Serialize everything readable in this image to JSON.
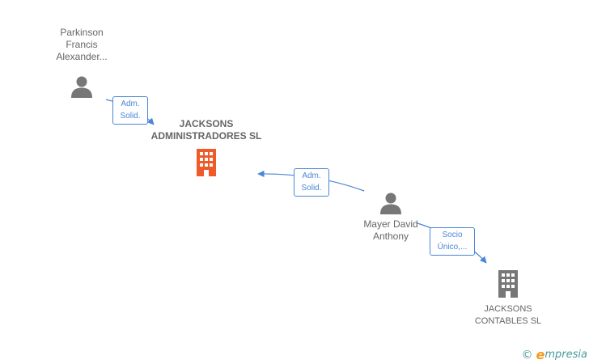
{
  "nodes": {
    "parkinson": {
      "label": "Parkinson\nFrancis\nAlexander...",
      "type": "person"
    },
    "jacksons_admin": {
      "label": "JACKSONS\nADMINISTRADORES SL",
      "type": "company-highlight"
    },
    "mayer": {
      "label": "Mayer David\nAnthony",
      "type": "person"
    },
    "jacksons_contables": {
      "label": "JACKSONS\nCONTABLES SL",
      "type": "company"
    }
  },
  "edges": {
    "parkinson_admin": {
      "label": "Adm.\nSolid."
    },
    "mayer_admin": {
      "label": "Adm.\nSolid."
    },
    "mayer_contables": {
      "label": "Socio\nÚnico,..."
    }
  },
  "brand": {
    "copyright": "©",
    "e": "e",
    "rest": "mpresia"
  },
  "colors": {
    "edge": "#4a86d6",
    "icon_gray": "#777777",
    "company_highlight": "#f05a28"
  }
}
